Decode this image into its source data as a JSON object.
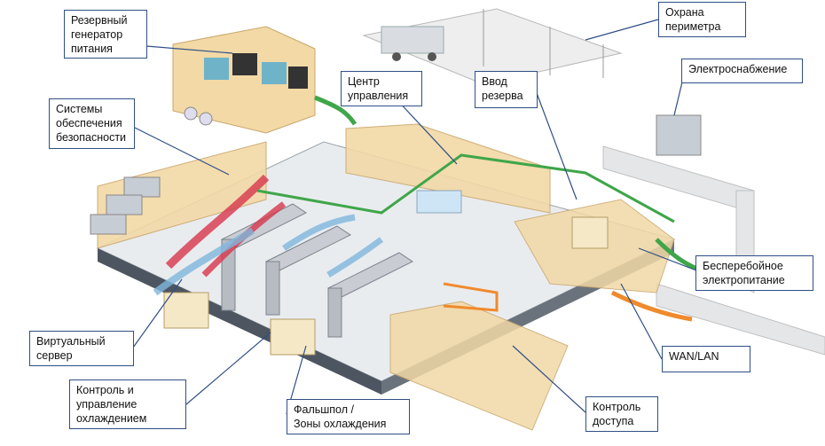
{
  "diagram": {
    "callouts": [
      {
        "id": "backup-generator",
        "text": "Резервный\nгенератор\nпитания"
      },
      {
        "id": "perimeter-security",
        "text": "Охрана\nпериметра"
      },
      {
        "id": "power-supply",
        "text": "Электроснабжение"
      },
      {
        "id": "security-systems",
        "text": "Системы\nобеспечения\nбезопасности"
      },
      {
        "id": "control-center",
        "text": "Центр\nуправления"
      },
      {
        "id": "backup-input",
        "text": "Ввод\nрезерва"
      },
      {
        "id": "ups",
        "text": "Бесперебойное\nэлектропитание"
      },
      {
        "id": "virtual-server",
        "text": "Виртуальный\nсервер"
      },
      {
        "id": "wan-lan",
        "text": "WAN/LAN"
      },
      {
        "id": "cooling-control",
        "text": "Контроль и\nуправление\nохлаждением"
      },
      {
        "id": "raised-floor",
        "text": "Фальшпол /\nЗоны охлаждения"
      },
      {
        "id": "access-control",
        "text": "Контроль\nдоступа"
      }
    ]
  },
  "colors": {
    "callout_border": "#2f4f86",
    "leader_line": "#2f4f86",
    "wall": "#f2d9a6",
    "floor": "#e9ecef",
    "rack": "#c9cdd3",
    "cold_air": "#7fb6dd",
    "hot_air": "#d7364b",
    "green_cable": "#3fa64a",
    "orange_cable": "#f08a2c"
  }
}
